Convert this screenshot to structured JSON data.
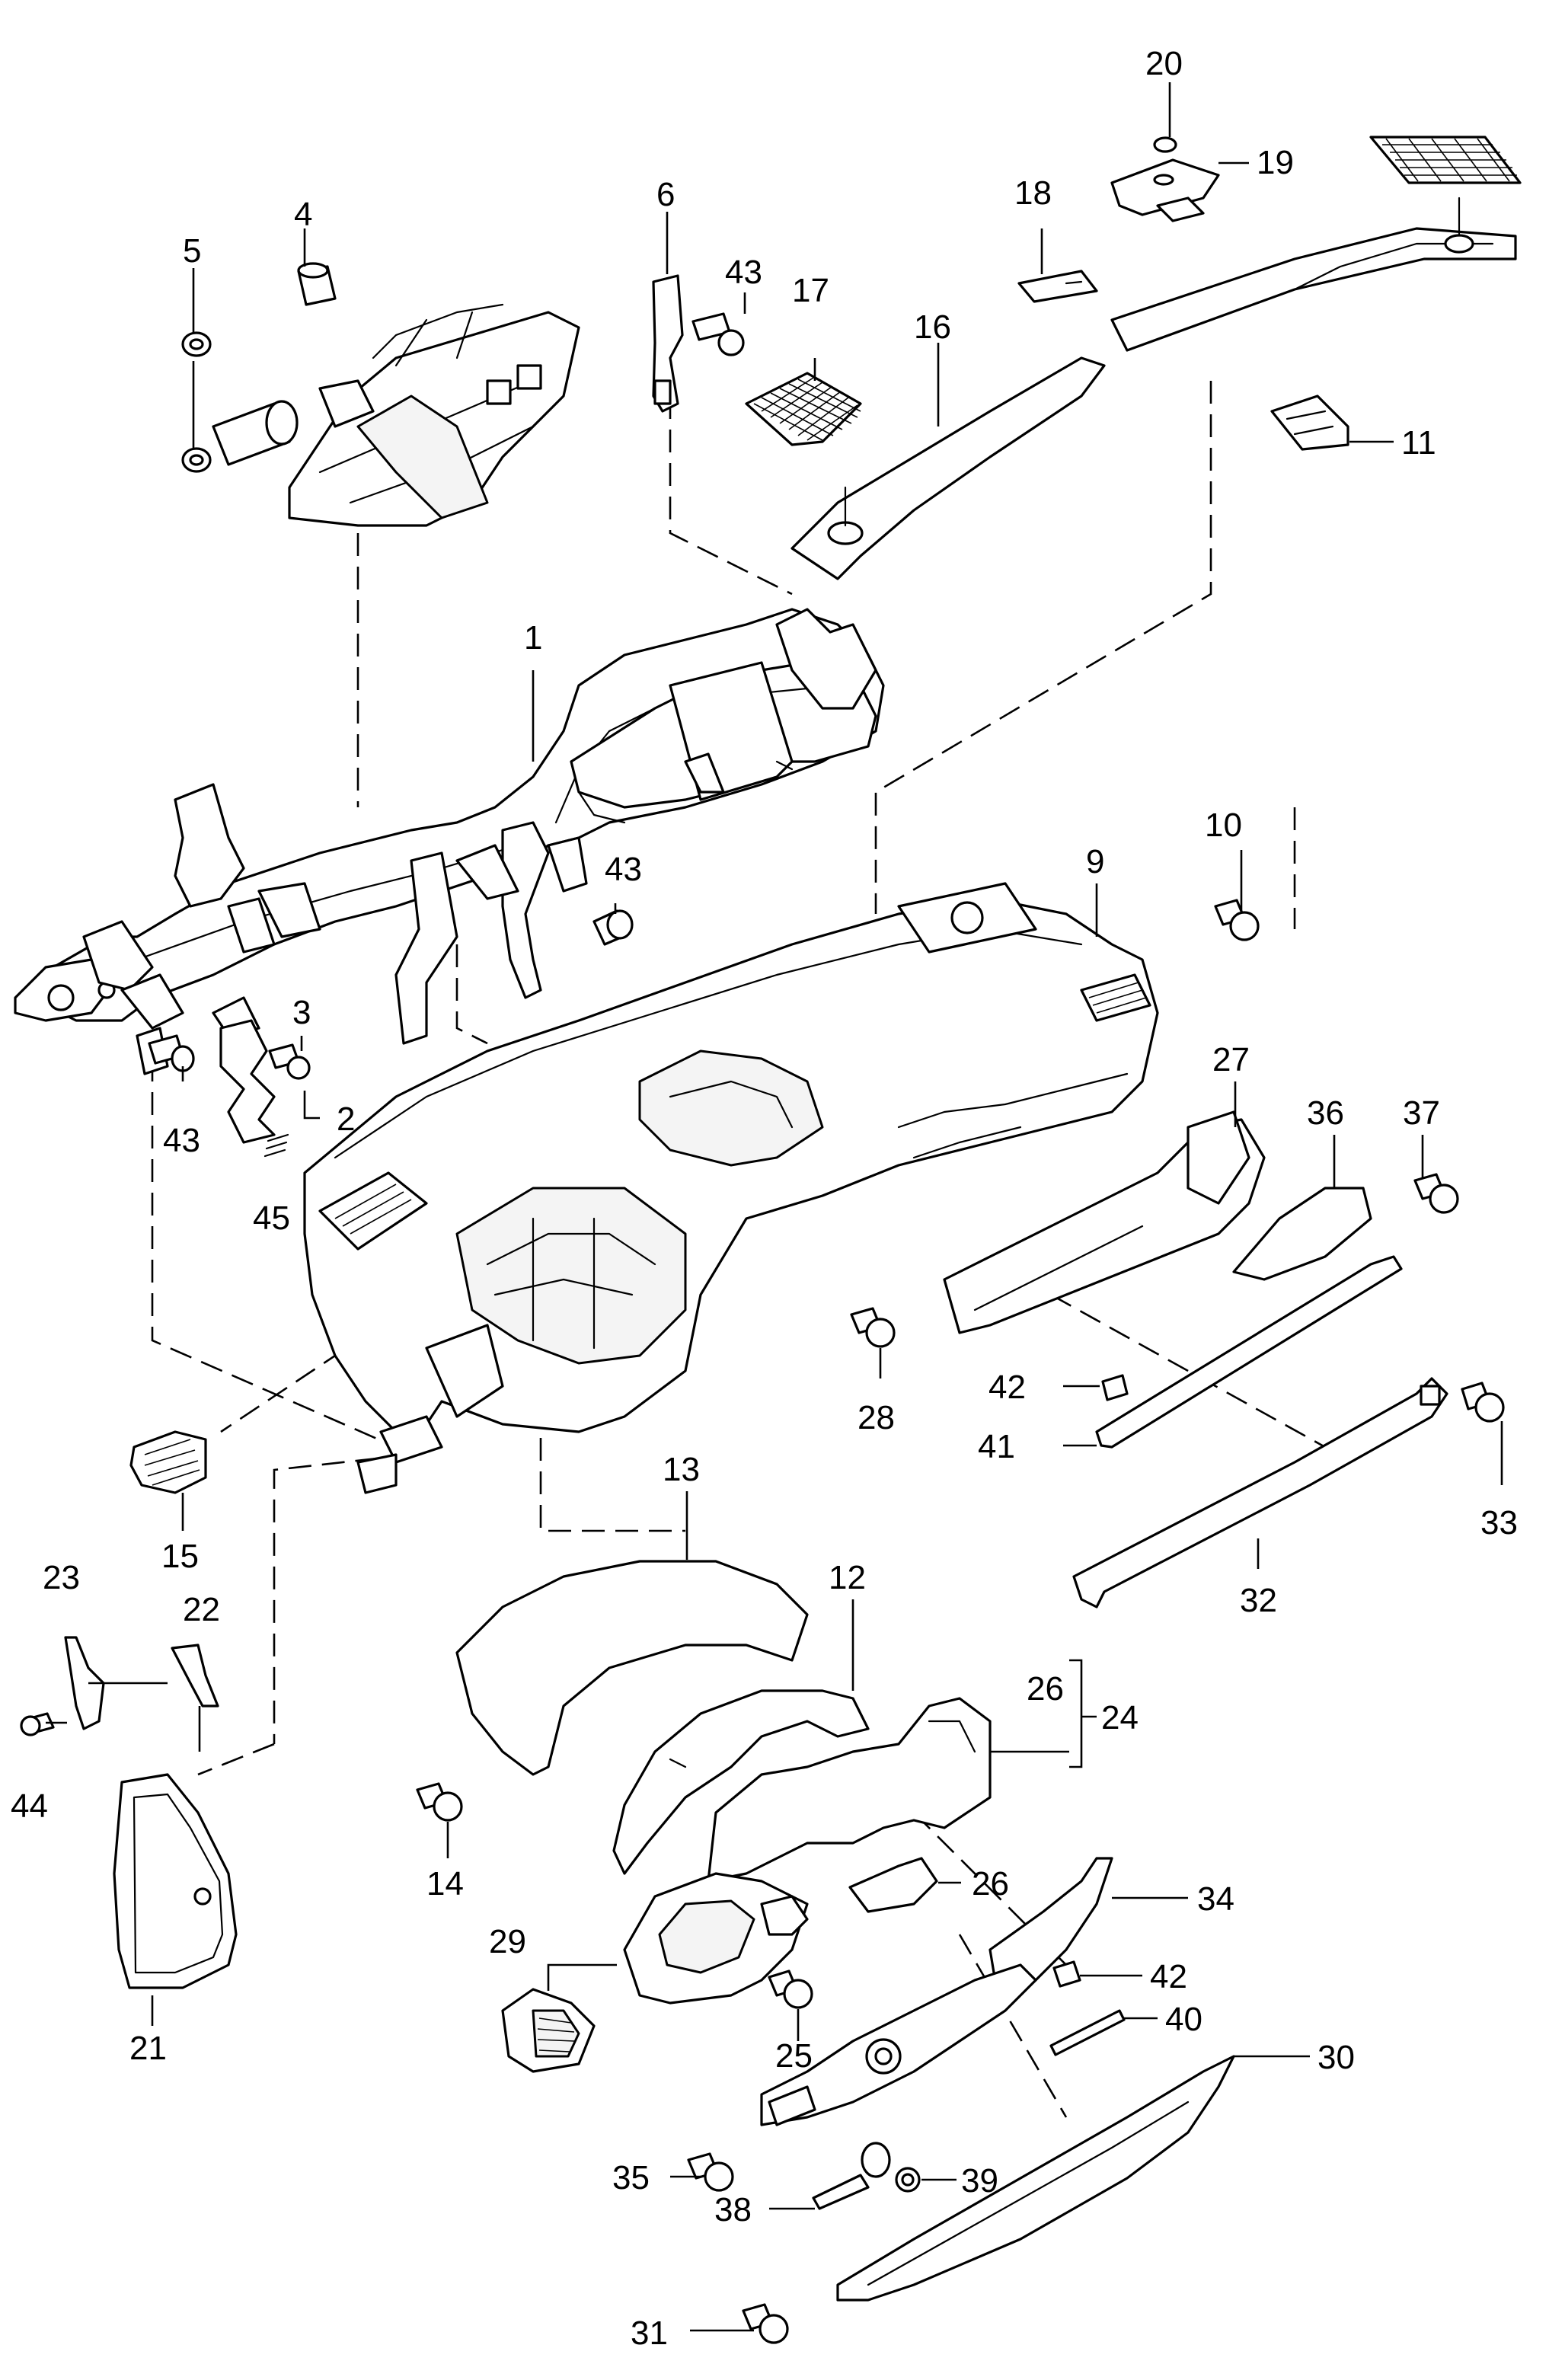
{
  "callouts": {
    "c1": "1",
    "c2": "2",
    "c3": "3",
    "c4": "4",
    "c5": "5",
    "c6": "6",
    "c9": "9",
    "c10": "10",
    "c11": "11",
    "c12": "12",
    "c13": "13",
    "c14": "14",
    "c15": "15",
    "c16": "16",
    "c17": "17",
    "c18": "18",
    "c19": "19",
    "c20": "20",
    "c21": "21",
    "c22": "22",
    "c23": "23",
    "c24": "24",
    "c25": "25",
    "c26a": "26",
    "c26b": "26",
    "c27": "27",
    "c28": "28",
    "c29": "29",
    "c30": "30",
    "c31": "31",
    "c32": "32",
    "c33": "33",
    "c34": "34",
    "c35": "35",
    "c36": "36",
    "c37": "37",
    "c38": "38",
    "c39": "39",
    "c40": "40",
    "c41": "41",
    "c42a": "42",
    "c42b": "42",
    "c43a": "43",
    "c43b": "43",
    "c43c": "43",
    "c44": "44",
    "c45": "45"
  }
}
